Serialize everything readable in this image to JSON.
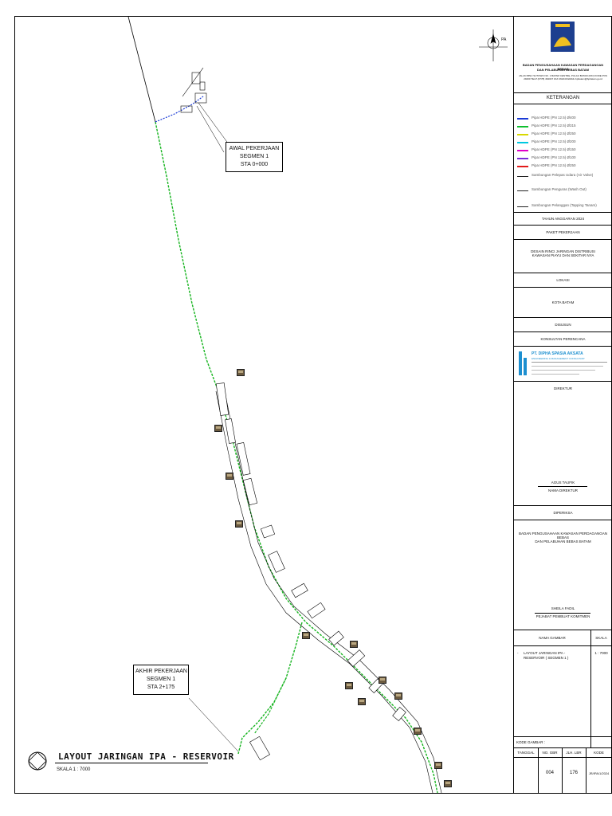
{
  "map": {
    "callouts": {
      "start": [
        "AWAL PEKERJAAN",
        "SEGMEN 1",
        "STA 0+000"
      ],
      "end": [
        "AKHIR PEKERJAAN",
        "SEGMEN 1",
        "STA 2+175"
      ]
    },
    "title": "LAYOUT JARINGAN IPA - RESERVOIR",
    "scale": "SKALA 1 : 7000",
    "north_letter": "PA"
  },
  "panel": {
    "org_name_1": "BADAN PENGUSAHAAN KAWASAN PERDAGANGAN BEBAS",
    "org_name_2": "DAN PELABUHAN BEBAS BATAM",
    "org_address": "JALAN IBNU SUTOWO NO. 1 BATAM CENTRE, PULAU BATAM (DKI) KODE POS 29400 TELP (0778) 462047 FAX 462240 EMAIL bpbatam@bpbatam.go.id",
    "keterangan_label": "KETERANGAN",
    "legend": [
      {
        "text": "Pipa HDPE (PN 12.5) Ø400",
        "color": "#1a3ad6"
      },
      {
        "text": "Pipa HDPE (PN 12.5) Ø315",
        "color": "#0fbf2f"
      },
      {
        "text": "Pipa HDPE (PN 12.5) Ø250",
        "color": "#d8d800"
      },
      {
        "text": "Pipa HDPE (PN 12.5) Ø200",
        "color": "#00c8e0"
      },
      {
        "text": "Pipa HDPE (PN 12.5) Ø150",
        "color": "#e000c8"
      },
      {
        "text": "Pipa HDPE (PN 12.5) Ø100",
        "color": "#7a2ad8"
      },
      {
        "text": "Pipa HDPE (PN 12.5) Ø250",
        "color": "#e21a1a"
      },
      {
        "text": "Sambungan Pelepas Udara (Air Valve)",
        "color": "#222222"
      },
      {
        "text": "Sambungan Penguras (Wash Out)",
        "color": "#222222"
      },
      {
        "text": "Sambungan Pelanggan (Tapping Tanam)",
        "color": "#222222"
      }
    ],
    "tahun_anggaran": "TAHUN ANGGARAN 2024",
    "paket_label": "PAKET PEKERJAAN",
    "paket_value_1": "DESAIN RINCI JARINGAN DISTRIBUSI",
    "paket_value_2": "KAWASAN PIAYU DAN SEKITAR NYA",
    "lokasi_label": "LOKASI",
    "lokasi_value": "KOTA BATAM",
    "diusun_label": "DISUSUN",
    "konsultan_label": "KONSULTAN PERENCANA",
    "konsultan_name": "PT. DIPHA SPASIA AKSATA",
    "konsultan_sub": "ENGINEERING & MANAGEMENT CONSULTANT",
    "direktur_label": "DIREKTUR",
    "direktur_name": "AGUS TAUFIK",
    "nama_direktur_label": "NAMA DIREKTUR",
    "diperiksa_label": "DIPERIKSA",
    "diperiksa_org_1": "BADAN PENGUSAHAAN KAWASAN PERDAGANGAN BEBAS",
    "diperiksa_org_2": "DAN PELABUHAN BEBAS BATAM",
    "pejabat_name": "SHEILA FADIL",
    "pejabat_label": "PEJABAT PEMBUAT KOMITMEN",
    "nama_gambar_label": "NAMA GAMBAR",
    "skala_label": "SKALA",
    "gambar_dash": "-",
    "gambar_name_1": "LAYOUT JARINGAN IPA -",
    "gambar_name_2": "RESERVOIR ( SEGMEN 1 )",
    "skala_value": "1 : 7000",
    "kode_gambar_label": "KODE GAMBAR :",
    "table_headers": [
      "TANGGAL",
      "NO. GBR",
      "JLH. LBR",
      "KODE"
    ],
    "table_values": [
      "",
      "004",
      "176",
      "JR/IPA/1/2024"
    ]
  }
}
